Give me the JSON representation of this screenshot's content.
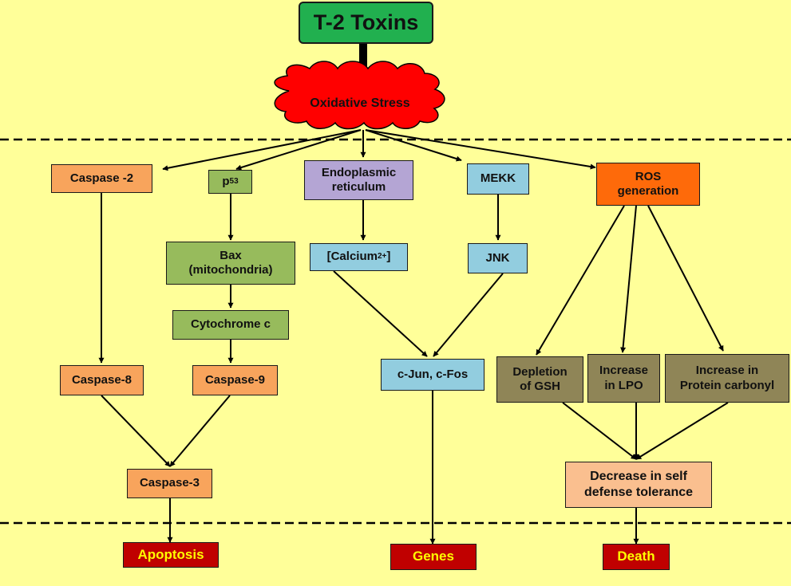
{
  "colors": {
    "background": "#ffff99",
    "source": "#21b04f",
    "stress": "#ff0000",
    "caspase": "#f8a45c",
    "mitochondrial": "#97bb5c",
    "er": "#b4a5d4",
    "kinase": "#92cddf",
    "ros": "#fe6a0a",
    "ros_effects": "#8f8557",
    "defense": "#fabf8f",
    "outcome": "#c00000",
    "outcome_text": "#ffff00"
  },
  "diagram": {
    "source": "T-2 Toxins",
    "stress": "Oxidative Stress",
    "caspase_2": "Caspase -2",
    "p53_base": "p",
    "p53_sup": "53",
    "endoplasmic": "Endoplasmic\nreticulum",
    "mekk": "MEKK",
    "ros": "ROS\ngeneration",
    "bax": "Bax\n(mitochondria)",
    "calcium_base": "[Calcium",
    "calcium_sup": "2+",
    "calcium_end": "]",
    "jnk": "JNK",
    "cytochrome": "Cytochrome c",
    "caspase_8": "Caspase-8",
    "caspase_9": "Caspase-9",
    "cjun": "c-Jun, c-Fos",
    "depletion": "Depletion\nof GSH",
    "lpo": "Increase\nin LPO",
    "protein": "Increase in\nProtein carbonyl",
    "caspase_3": "Caspase-3",
    "defense": "Decrease in self\ndefense  tolerance",
    "apoptosis": "Apoptosis",
    "genes": "Genes",
    "death": "Death"
  }
}
